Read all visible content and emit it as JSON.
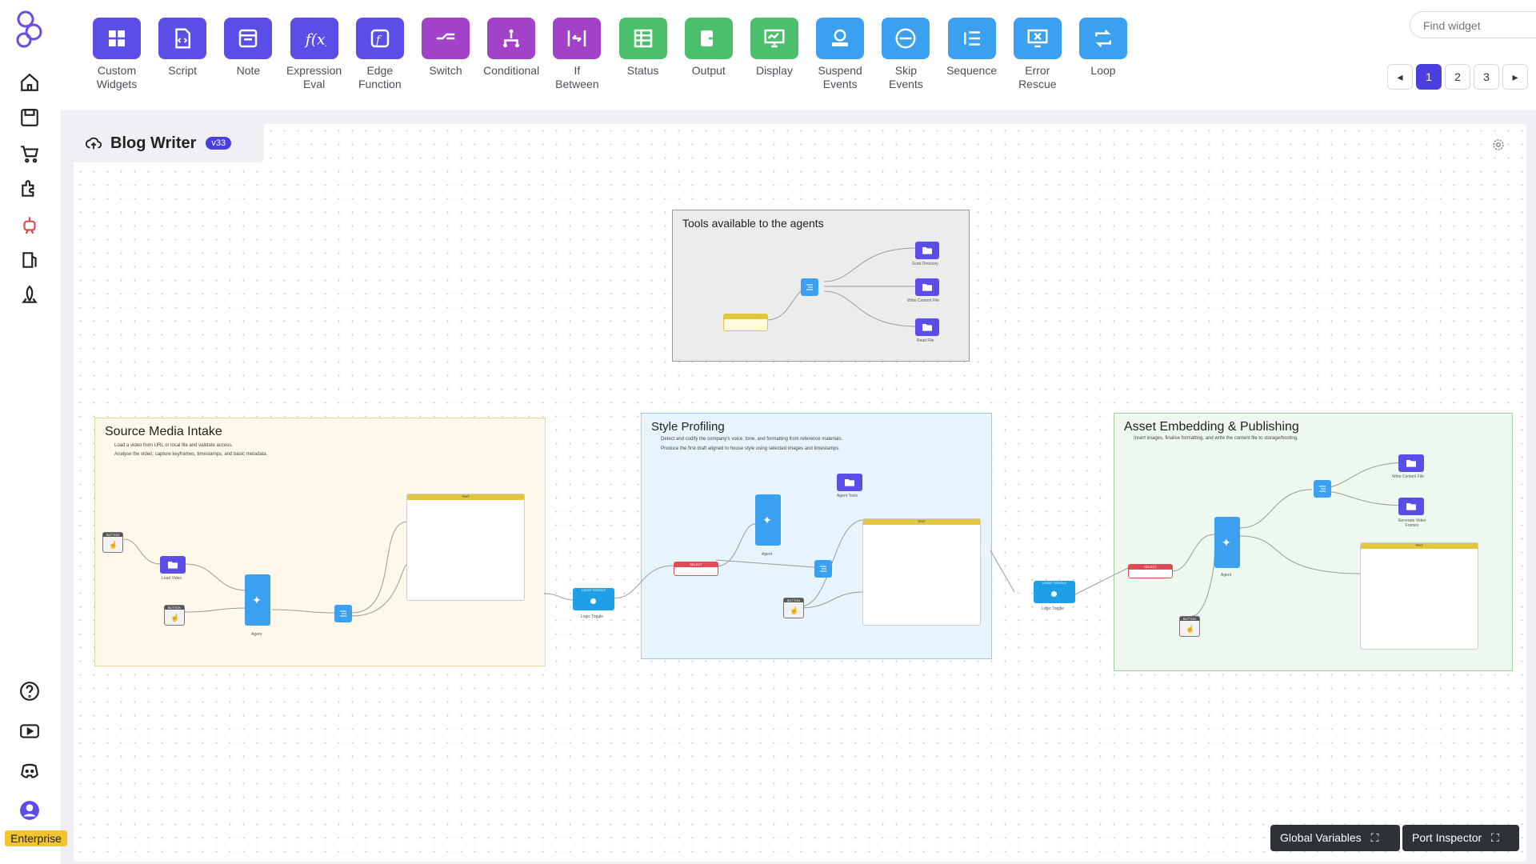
{
  "toolbar": {
    "widgets": [
      {
        "label": "Custom\nWidgets",
        "icon": "grid-icon",
        "color": "#5b4ee6"
      },
      {
        "label": "Script",
        "icon": "script-icon",
        "color": "#5b4ee6"
      },
      {
        "label": "Note",
        "icon": "note-icon",
        "color": "#5b4ee6"
      },
      {
        "label": "Expression\nEval",
        "icon": "function-icon",
        "color": "#5b4ee6"
      },
      {
        "label": "Edge\nFunction",
        "icon": "edge-function-icon",
        "color": "#5b4ee6"
      },
      {
        "label": "Switch",
        "icon": "switch-icon",
        "color": "#a142c9"
      },
      {
        "label": "Conditional",
        "icon": "conditional-icon",
        "color": "#a142c9"
      },
      {
        "label": "If\nBetween",
        "icon": "if-between-icon",
        "color": "#a142c9"
      },
      {
        "label": "Status",
        "icon": "status-icon",
        "color": "#4bbf6b"
      },
      {
        "label": "Output",
        "icon": "output-icon",
        "color": "#4bbf6b"
      },
      {
        "label": "Display",
        "icon": "display-icon",
        "color": "#4bbf6b"
      },
      {
        "label": "Suspend\nEvents",
        "icon": "suspend-icon",
        "color": "#3aa0ef"
      },
      {
        "label": "Skip\nEvents",
        "icon": "skip-icon",
        "color": "#3aa0ef"
      },
      {
        "label": "Sequence",
        "icon": "sequence-icon",
        "color": "#3aa0ef"
      },
      {
        "label": "Error\nRescue",
        "icon": "error-rescue-icon",
        "color": "#3aa0ef"
      },
      {
        "label": "Loop",
        "icon": "loop-icon",
        "color": "#3aa0ef"
      }
    ],
    "search_placeholder": "Find widget",
    "pages": [
      "1",
      "2",
      "3"
    ]
  },
  "flow": {
    "title": "Blog Writer",
    "version": "v33"
  },
  "groups": {
    "tools": {
      "title": "Tools available to the agents"
    },
    "intake": {
      "title": "Source Media Intake",
      "lines": [
        "Load a video from URL or local file and validate access.",
        "Analyse the video; capture keyframes, timestamps, and basic metadata."
      ]
    },
    "style": {
      "title": "Style Profiling",
      "lines": [
        "Detect and codify the company's voice, tone, and formatting from reference materials.",
        "Produce the first draft aligned to house style using selected images and timestamps."
      ]
    },
    "asset": {
      "title": "Asset Embedding & Publishing",
      "lines": [
        "Insert images, finalise formatting, and write the content file to storage/hosting."
      ]
    }
  },
  "node_labels": {
    "scan_dir": "Scan Directory",
    "write_content": "Write Content File",
    "read_file": "Read File",
    "agent": "Agent",
    "agent_tools": "Agent Tools",
    "load_video": "Load Video",
    "logic_toggle": "Logic Toggle",
    "generate_frames": "Generate Video Frames",
    "button": "BUTTON",
    "select": "SELECT",
    "text": "TEXT",
    "logic_toggle_head": "LOGIC TOGGLE"
  },
  "bottom": {
    "global_vars": "Global Variables",
    "port_inspector": "Port Inspector"
  },
  "badge": {
    "enterprise": "Enterprise"
  }
}
